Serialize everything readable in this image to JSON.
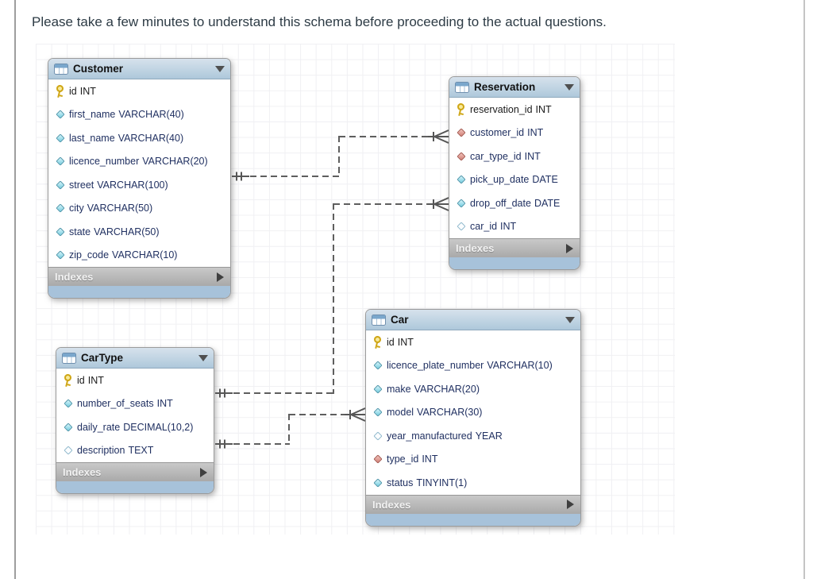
{
  "page": {
    "instruction": "Please take a few minutes to understand this schema before proceeding to the actual questions."
  },
  "diagram": {
    "tables": [
      {
        "name": "Customer",
        "header_icon": "table-icon",
        "collapse_icon": "chevron-down-icon",
        "footer_label": "Indexes",
        "columns": [
          {
            "name": "id",
            "type": "INT",
            "icon": "key"
          },
          {
            "name": "first_name",
            "type": "VARCHAR(40)",
            "icon": "attr"
          },
          {
            "name": "last_name",
            "type": "VARCHAR(40)",
            "icon": "attr"
          },
          {
            "name": "licence_number",
            "type": "VARCHAR(20)",
            "icon": "attr"
          },
          {
            "name": "street",
            "type": "VARCHAR(100)",
            "icon": "attr"
          },
          {
            "name": "city",
            "type": "VARCHAR(50)",
            "icon": "attr"
          },
          {
            "name": "state",
            "type": "VARCHAR(50)",
            "icon": "attr"
          },
          {
            "name": "zip_code",
            "type": "VARCHAR(10)",
            "icon": "attr"
          }
        ]
      },
      {
        "name": "Reservation",
        "header_icon": "table-icon",
        "collapse_icon": "chevron-down-icon",
        "footer_label": "Indexes",
        "columns": [
          {
            "name": "reservation_id",
            "type": "INT",
            "icon": "key"
          },
          {
            "name": "customer_id",
            "type": "INT",
            "icon": "fk"
          },
          {
            "name": "car_type_id",
            "type": "INT",
            "icon": "fk"
          },
          {
            "name": "pick_up_date",
            "type": "DATE",
            "icon": "attr"
          },
          {
            "name": "drop_off_date",
            "type": "DATE",
            "icon": "attr"
          },
          {
            "name": "car_id",
            "type": "INT",
            "icon": "nullable"
          }
        ]
      },
      {
        "name": "CarType",
        "header_icon": "table-icon",
        "collapse_icon": "chevron-down-icon",
        "footer_label": "Indexes",
        "columns": [
          {
            "name": "id",
            "type": "INT",
            "icon": "key"
          },
          {
            "name": "number_of_seats",
            "type": "INT",
            "icon": "attr"
          },
          {
            "name": "daily_rate",
            "type": "DECIMAL(10,2)",
            "icon": "attr"
          },
          {
            "name": "description",
            "type": "TEXT",
            "icon": "nullable"
          }
        ]
      },
      {
        "name": "Car",
        "header_icon": "table-icon",
        "collapse_icon": "chevron-down-icon",
        "footer_label": "Indexes",
        "columns": [
          {
            "name": "id",
            "type": "INT",
            "icon": "key"
          },
          {
            "name": "licence_plate_number",
            "type": "VARCHAR(10)",
            "icon": "attr"
          },
          {
            "name": "make",
            "type": "VARCHAR(20)",
            "icon": "attr"
          },
          {
            "name": "model",
            "type": "VARCHAR(30)",
            "icon": "attr"
          },
          {
            "name": "year_manufactured",
            "type": "YEAR",
            "icon": "nullable"
          },
          {
            "name": "type_id",
            "type": "INT",
            "icon": "fk"
          },
          {
            "name": "status",
            "type": "TINYINT(1)",
            "icon": "attr"
          }
        ]
      }
    ],
    "relationships": [
      {
        "from": "Customer",
        "to": "Reservation",
        "from_cardinality": "one",
        "to_cardinality": "many",
        "line_style": "dashed"
      },
      {
        "from": "CarType",
        "to": "Reservation",
        "from_cardinality": "one",
        "to_cardinality": "many",
        "line_style": "dashed"
      },
      {
        "from": "CarType",
        "to": "Car",
        "from_cardinality": "one",
        "to_cardinality": "many",
        "line_style": "dashed"
      }
    ],
    "colors": {
      "table_header_blue": "#b9cede",
      "table_footer_blue": "#a7c2da",
      "indexes_bar_gray": "#b0b0b0",
      "relationship_line_gray": "#5e5e5e",
      "primary_key_yellow": "#f8ea9a",
      "attribute_diamond_cyan": "#74ccde",
      "foreign_key_diamond_red": "#d07f76",
      "instruction_text": "#2d3b45"
    }
  }
}
